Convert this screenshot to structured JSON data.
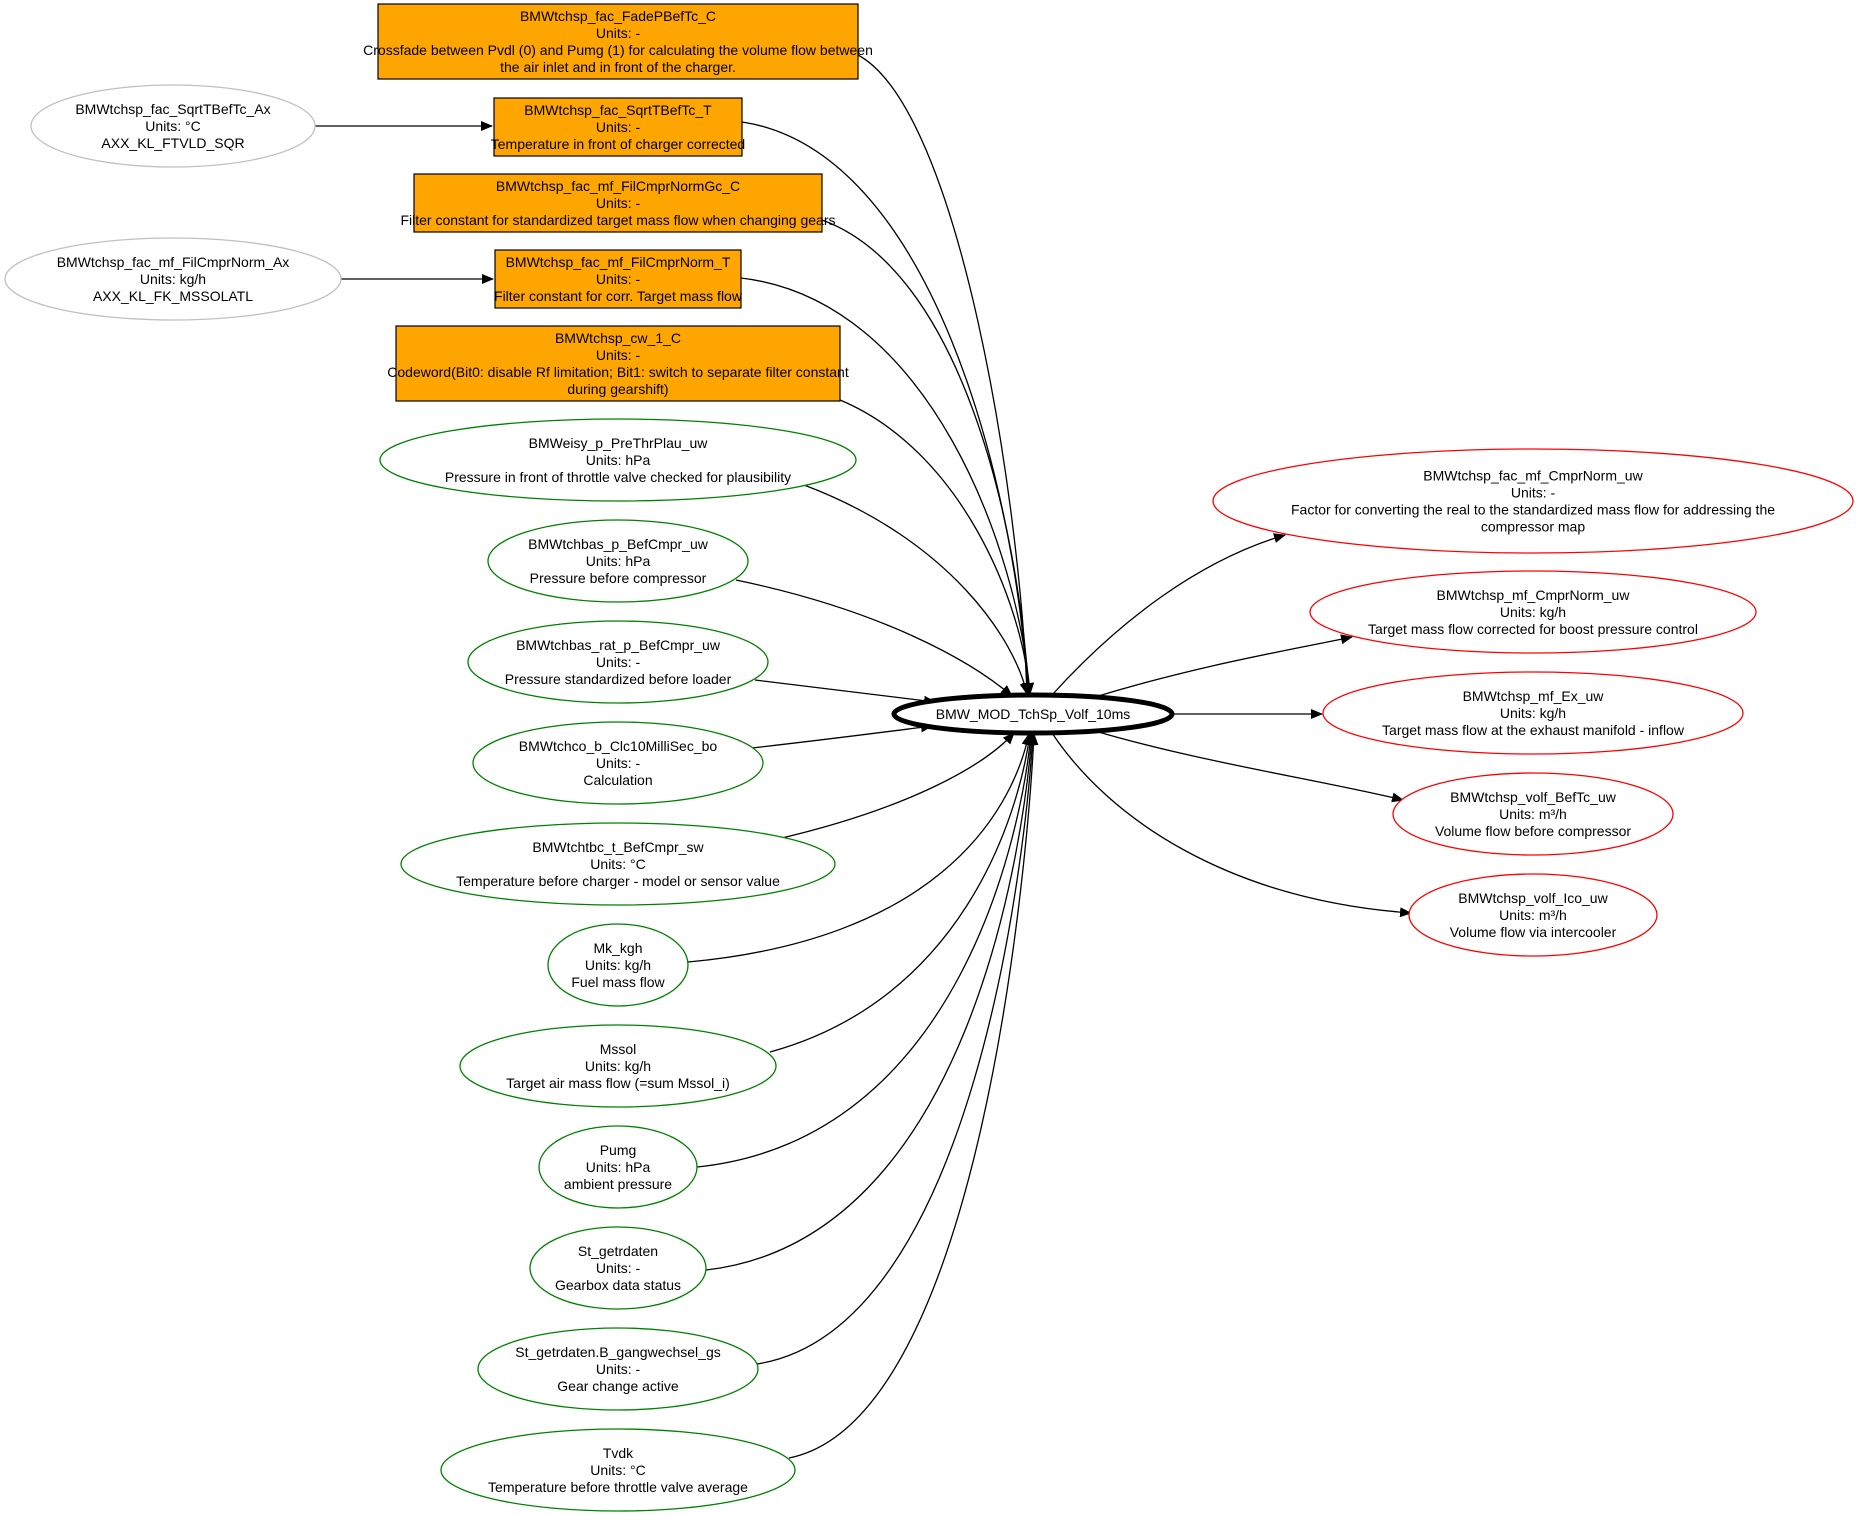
{
  "colors": {
    "param_fill": "#ffa500",
    "param_stroke": "#000000",
    "axis_stroke": "#c0c0c0",
    "input_stroke": "#008000",
    "output_stroke": "#ff0000",
    "edge": "#000000"
  },
  "center": {
    "label": "BMW_MOD_TchSp_Volf_10ms"
  },
  "axes": [
    {
      "id": "ax1",
      "lines": [
        "BMWtchsp_fac_SqrtTBefTc_Ax",
        "Units: °C",
        "AXX_KL_FTVLD_SQR"
      ]
    },
    {
      "id": "ax2",
      "lines": [
        "BMWtchsp_fac_mf_FilCmprNorm_Ax",
        "Units: kg/h",
        "AXX_KL_FK_MSSOLATL"
      ]
    }
  ],
  "params": [
    {
      "id": "p1",
      "lines": [
        "BMWtchsp_fac_FadePBefTc_C",
        "Units: -",
        "Crossfade between Pvdl (0) and Pumg (1) for calculating the volume flow between",
        "the air inlet and in front of the charger."
      ]
    },
    {
      "id": "p2",
      "lines": [
        "BMWtchsp_fac_SqrtTBefTc_T",
        "Units: -",
        "Temperature in front of charger corrected"
      ]
    },
    {
      "id": "p3",
      "lines": [
        "BMWtchsp_fac_mf_FilCmprNormGc_C",
        "Units: -",
        "Filter constant for standardized target mass flow when changing gears"
      ]
    },
    {
      "id": "p4",
      "lines": [
        "BMWtchsp_fac_mf_FilCmprNorm_T",
        "Units: -",
        "Filter constant for corr. Target mass flow"
      ]
    },
    {
      "id": "p5",
      "lines": [
        "BMWtchsp_cw_1_C",
        "Units: -",
        "Codeword(Bit0: disable Rf limitation; Bit1: switch to separate filter constant",
        "during gearshift)"
      ]
    }
  ],
  "inputs": [
    {
      "id": "i1",
      "lines": [
        "BMWeisy_p_PreThrPlau_uw",
        "Units: hPa",
        "Pressure in front of throttle valve checked for plausibility"
      ]
    },
    {
      "id": "i2",
      "lines": [
        "BMWtchbas_p_BefCmpr_uw",
        "Units: hPa",
        "Pressure before compressor"
      ]
    },
    {
      "id": "i3",
      "lines": [
        "BMWtchbas_rat_p_BefCmpr_uw",
        "Units: -",
        "Pressure standardized before loader"
      ]
    },
    {
      "id": "i4",
      "lines": [
        "BMWtchco_b_Clc10MilliSec_bo",
        "Units: -",
        "Calculation"
      ]
    },
    {
      "id": "i5",
      "lines": [
        "BMWtchtbc_t_BefCmpr_sw",
        "Units: °C",
        "Temperature before charger - model or sensor value"
      ]
    },
    {
      "id": "i6",
      "lines": [
        "Mk_kgh",
        "Units: kg/h",
        "Fuel mass flow"
      ]
    },
    {
      "id": "i7",
      "lines": [
        "Mssol",
        "Units: kg/h",
        "Target air mass flow (=sum Mssol_i)"
      ]
    },
    {
      "id": "i8",
      "lines": [
        "Pumg",
        "Units: hPa",
        "ambient pressure"
      ]
    },
    {
      "id": "i9",
      "lines": [
        "St_getrdaten",
        "Units: -",
        "Gearbox data status"
      ]
    },
    {
      "id": "i10",
      "lines": [
        "St_getrdaten.B_gangwechsel_gs",
        "Units: -",
        "Gear change active"
      ]
    },
    {
      "id": "i11",
      "lines": [
        "Tvdk",
        "Units: °C",
        "Temperature before throttle valve average"
      ]
    }
  ],
  "outputs": [
    {
      "id": "o1",
      "lines": [
        "BMWtchsp_fac_mf_CmprNorm_uw",
        "Units: -",
        "Factor for converting the real to the standardized mass flow for addressing the",
        "compressor map"
      ]
    },
    {
      "id": "o2",
      "lines": [
        "BMWtchsp_mf_CmprNorm_uw",
        "Units: kg/h",
        "Target mass flow corrected for boost pressure control"
      ]
    },
    {
      "id": "o3",
      "lines": [
        "BMWtchsp_mf_Ex_uw",
        "Units: kg/h",
        "Target mass flow at the exhaust manifold - inflow"
      ]
    },
    {
      "id": "o4",
      "lines": [
        "BMWtchsp_volf_BefTc_uw",
        "Units: m³/h",
        "Volume flow before compressor"
      ]
    },
    {
      "id": "o5",
      "lines": [
        "BMWtchsp_volf_Ico_uw",
        "Units: m³/h",
        "Volume flow via intercooler"
      ]
    }
  ]
}
